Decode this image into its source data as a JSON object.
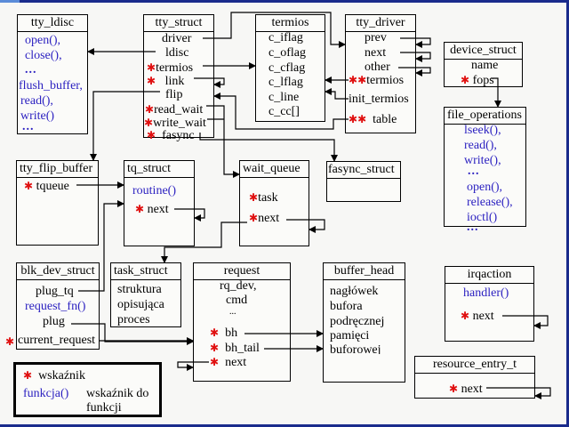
{
  "colors": {
    "pointer_marker": "#e01010",
    "function_text": "#2a1fc0",
    "frame": "#1a2b8c"
  },
  "pointer_marker": "✱",
  "structs": {
    "tty_ldisc": {
      "title": "tty_ldisc",
      "fields": [
        "open(),",
        "close(),",
        "...",
        "flush_buffer,",
        "read(),",
        "write()",
        "..."
      ]
    },
    "tty_struct": {
      "title": "tty_struct",
      "fields": [
        "driver",
        "ldisc",
        "termios",
        "link",
        "flip",
        "read_wait",
        "write_wait",
        "fasync"
      ]
    },
    "termios": {
      "title": "termios",
      "fields": [
        "c_iflag",
        "c_oflag",
        "c_cflag",
        "c_lflag",
        "c_line",
        "c_cc[]"
      ]
    },
    "tty_driver": {
      "title": "tty_driver",
      "fields": [
        "prev",
        "next",
        "other",
        "termios",
        "init_termios",
        "table"
      ]
    },
    "device_struct": {
      "title": "device_struct",
      "fields": [
        "name",
        "fops"
      ]
    },
    "file_operations": {
      "title": "file_operations",
      "fields": [
        "lseek(),",
        "read(),",
        "write(),",
        "...",
        "open(),",
        "release(),",
        "ioctl()",
        "..."
      ]
    },
    "tty_flip_buffer": {
      "title": "tty_flip_buffer",
      "fields": [
        "tqueue"
      ]
    },
    "tq_struct": {
      "title": "tq_struct",
      "fields": [
        "routine()",
        "next"
      ]
    },
    "wait_queue": {
      "title": "wait_queue",
      "fields": [
        "task",
        "next"
      ]
    },
    "fasync_struct": {
      "title": "fasync_struct",
      "fields": []
    },
    "blk_dev_struct": {
      "title": "blk_dev_struct",
      "fields": [
        "plug_tq",
        "request_fn()",
        "plug",
        "current_request"
      ]
    },
    "task_struct": {
      "title": "task_struct",
      "fields": [
        "struktura",
        "opisująca",
        "proces"
      ]
    },
    "request": {
      "title": "request",
      "fields": [
        "rq_dev,",
        "cmd",
        "...",
        "bh",
        "bh_tail",
        "next"
      ]
    },
    "buffer_head": {
      "title": "buffer_head",
      "fields": [
        "nagłówek",
        "bufora",
        "podręcznej",
        "pamięci",
        "buforowej"
      ]
    },
    "irqaction": {
      "title": "irqaction",
      "fields": [
        "handler()",
        "next"
      ]
    },
    "resource_entry_t": {
      "title": "resource_entry_t",
      "fields": [
        "next"
      ]
    }
  },
  "legend": {
    "pointer_label": "wskaźnik",
    "function_sample": "funkcja()",
    "function_label_line1": "wskaźnik do",
    "function_label_line2": "funkcji"
  }
}
